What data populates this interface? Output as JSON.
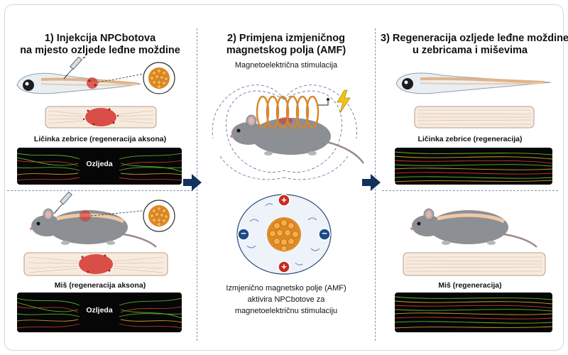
{
  "panels": {
    "injection": {
      "title_line1": "1) Injekcija NPCbotova",
      "title_line2": "na mjesto ozljede leđne moždine",
      "zebrafish_caption": "Ličinka zebrice (regeneracija aksona)",
      "mouse_caption": "Miš (regeneracija aksona)",
      "injury_label": "Ozljeda"
    },
    "amf": {
      "title_line1": "2) Primjena izmjeničnog",
      "title_line2": "magnetskog polja (AMF)",
      "subtitle": "Magnetoelektrična stimulacija",
      "desc_line1": "Izmjenično magnetsko polje (AMF)",
      "desc_line2": "aktivira NPCbotove za",
      "desc_line3": "magnetoelektričnu stimulaciju"
    },
    "regeneration": {
      "title_line1": "3) Regeneracija ozljede leđne moždine",
      "title_line2": "u zebricama i miševima",
      "zebrafish_caption": "Ličinka zebrice (regeneracija)",
      "mouse_caption": "Miš (regeneracija)"
    }
  },
  "symbols": {
    "plus": "+",
    "minus": "−"
  },
  "colors": {
    "divider": "#7c95b3",
    "arrow": "#12325e",
    "injury_red": "#d3322c",
    "axon_green": "#5fbf32",
    "axon_red": "#d23a2a",
    "axon_orange": "#e0a12a",
    "coil_orange": "#d9862b",
    "mouse_grey": "#8c8f93"
  },
  "icons": [
    "syringe-icon",
    "lightning-bolt-icon",
    "flow-arrow-icon"
  ]
}
